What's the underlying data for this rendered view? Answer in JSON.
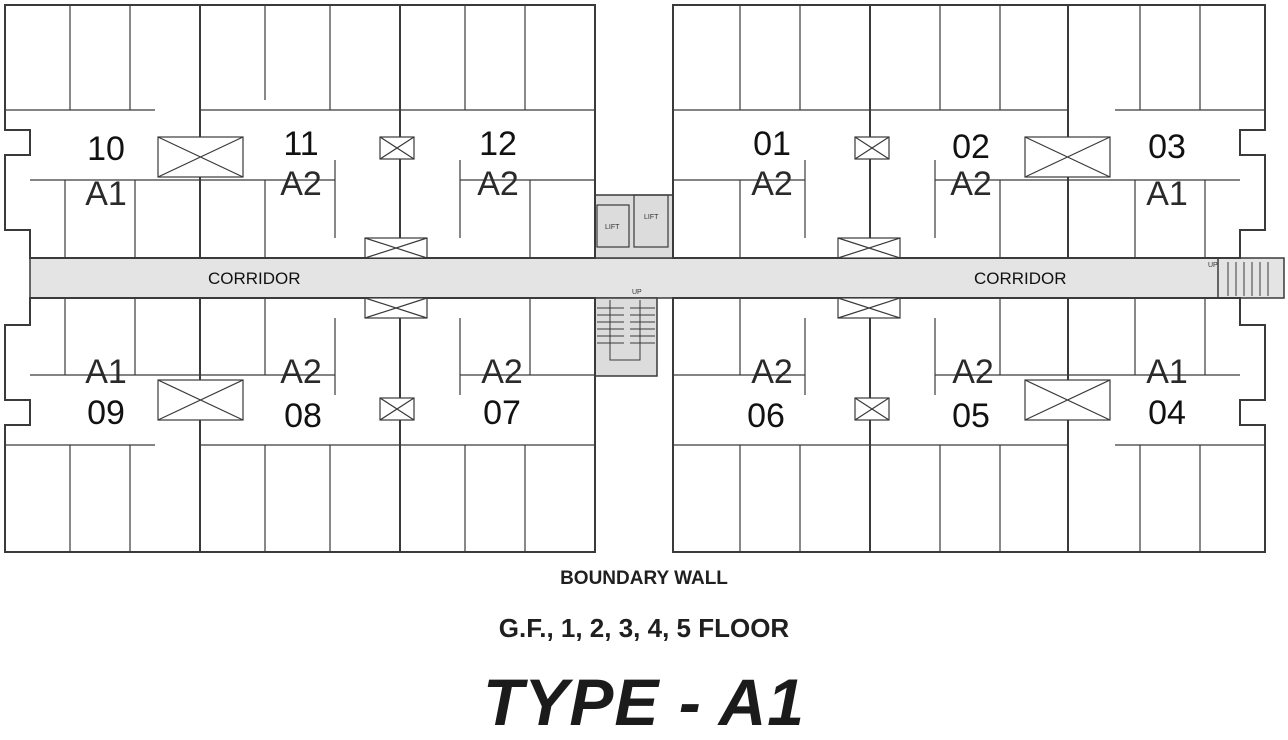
{
  "colors": {
    "a1_fill": "#9d9ad1",
    "a2_fill": "#f3a8ad",
    "corridor_fill": "#e4e4e4",
    "core_fill": "#dcdcdc"
  },
  "units": [
    {
      "number": "10",
      "type": "A1"
    },
    {
      "number": "11",
      "type": "A2"
    },
    {
      "number": "12",
      "type": "A2"
    },
    {
      "number": "01",
      "type": "A2"
    },
    {
      "number": "02",
      "type": "A2"
    },
    {
      "number": "03",
      "type": "A1"
    },
    {
      "number": "09",
      "type": "A1"
    },
    {
      "number": "08",
      "type": "A2"
    },
    {
      "number": "07",
      "type": "A2"
    },
    {
      "number": "06",
      "type": "A2"
    },
    {
      "number": "05",
      "type": "A2"
    },
    {
      "number": "04",
      "type": "A1"
    }
  ],
  "corridor_label": "CORRIDOR",
  "lift_label": "LIFT",
  "stair_up_label": "UP",
  "boundary_label": "BOUNDARY WALL",
  "floors_label": "G.F., 1, 2, 3, 4, 5 FLOOR",
  "title": "TYPE - A1"
}
